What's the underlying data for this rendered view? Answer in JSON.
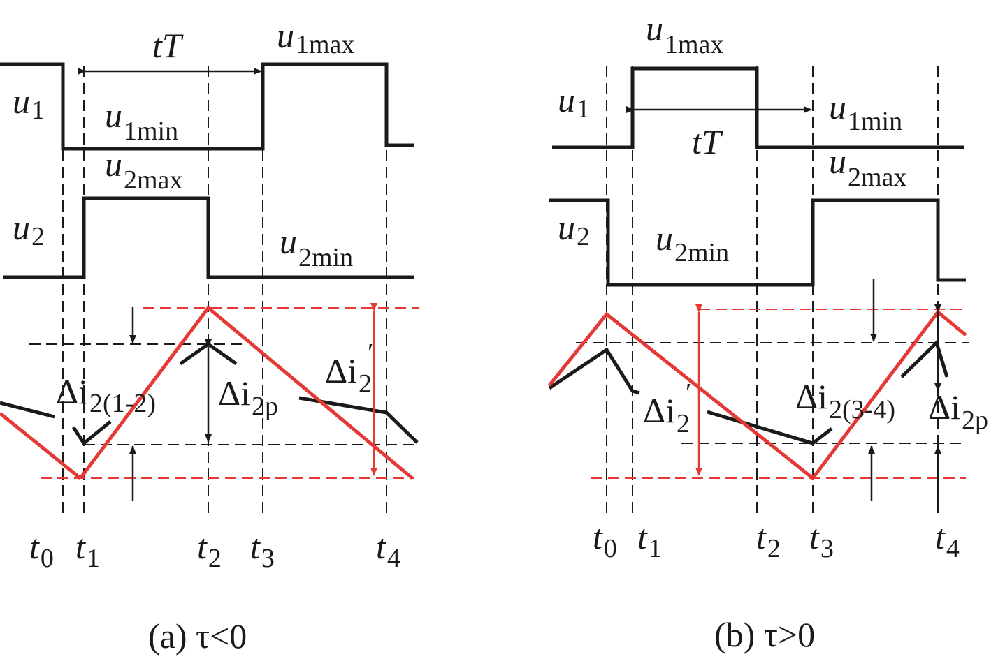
{
  "panel_a": {
    "caption": "(a) τ<0",
    "u1": "u",
    "u1_sub": "1",
    "u1max": "u",
    "u1max_sub": "1max",
    "u1min": "u",
    "u1min_sub": "1min",
    "u2": "u",
    "u2_sub": "2",
    "u2max": "u",
    "u2max_sub": "2max",
    "u2min": "u",
    "u2min_sub": "2min",
    "tT": "tT",
    "di2": "Δi",
    "di2_sub": "2",
    "di2_prime": "′",
    "di2p": "Δi",
    "di2p_sub": "2p",
    "di12": "Δi",
    "di12_sub": "2(1-2)",
    "t0": "t",
    "t0_sub": "0",
    "t1": "t",
    "t1_sub": "1",
    "t2": "t",
    "t2_sub": "2",
    "t3": "t",
    "t3_sub": "3",
    "t4": "t",
    "t4_sub": "4"
  },
  "panel_b": {
    "caption": "(b) τ>0",
    "u1": "u",
    "u1_sub": "1",
    "u1max": "u",
    "u1max_sub": "1max",
    "u1min": "u",
    "u1min_sub": "1min",
    "u2": "u",
    "u2_sub": "2",
    "u2max": "u",
    "u2max_sub": "2max",
    "u2min": "u",
    "u2min_sub": "2min",
    "tT": "tT",
    "di2": "Δi",
    "di2_sub": "2",
    "di2_prime": "′",
    "di2p": "Δi",
    "di2p_sub": "2p",
    "di34": "Δi",
    "di34_sub": "2(3-4)",
    "t0": "t",
    "t0_sub": "0",
    "t1": "t",
    "t1_sub": "1",
    "t2": "t",
    "t2_sub": "2",
    "t3": "t",
    "t3_sub": "3",
    "t4": "t",
    "t4_sub": "4"
  },
  "colors": {
    "trace_red": "#e53935",
    "trace_black": "#1a1a1a"
  }
}
